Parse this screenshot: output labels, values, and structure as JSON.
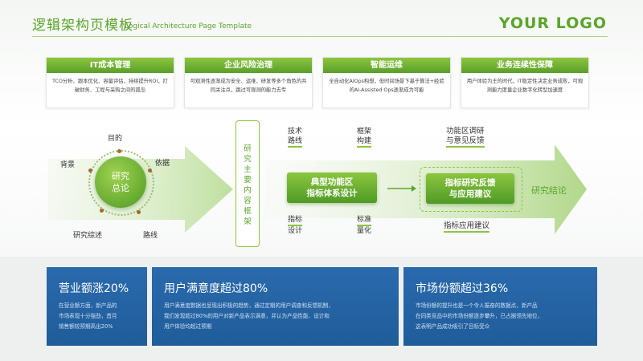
{
  "header": {
    "title_cn": "逻辑架构页模板",
    "title_en": "Logical Architecture Page Template",
    "logo": "YOUR LOGO"
  },
  "cards": [
    {
      "title": "IT成本管理",
      "body": "TCO分析、跟本优化、容量评估，持续提升ROI，打破财务、工程与采购之间的孤岛"
    },
    {
      "title": "企业风险治理",
      "body": "可观测性逐渐成为安全、运维、研发等多个角色的共同关注点，跳过可观测的能力去专"
    },
    {
      "title": "智能运维",
      "body": "全自动化AIOps构想，但时间场景下基于算法+经验的AI-Assisted Ops逐渐成为可能"
    },
    {
      "title": "业务连续性保障",
      "body": "用户体验为王的时代，IT稳定性决定业务成败，可观测能力度量企业数字化转型加速度"
    }
  ],
  "left_diagram": {
    "center": [
      "研究",
      "总论"
    ],
    "labels": {
      "top": "目的",
      "left": "背景",
      "right": "依据",
      "bottom_left": "研究综述",
      "bottom_right": "路线"
    }
  },
  "vertical_box": "研究主要内容框架",
  "middle": {
    "top_left": [
      "技术",
      "路线"
    ],
    "top_mid": [
      "框架",
      "构建"
    ],
    "bottom_left": [
      "指标",
      "设计"
    ],
    "bottom_mid": [
      "标准",
      "量化"
    ],
    "main_box": [
      "典型功能区",
      "指标体系设计"
    ],
    "right_top": [
      "功能区调研",
      "与意见反馈"
    ],
    "right_box": [
      "指标研究反馈",
      "与应用建议"
    ],
    "right_bottom": "指标应用建议",
    "conclusion": "研究结论"
  },
  "stats": [
    {
      "title": "营业额涨20%",
      "body": [
        "在营业额方面，新产品的",
        "市场表现十分强劲，首月",
        "销售额较预期高出20%"
      ]
    },
    {
      "title": "用户满意度超过80%",
      "body": [
        "用户满意度数据也呈现出积极的趋势，通过定期的用户调查和反馈机制，",
        "我们发现超过80%的用户对新产品表示满意，并认为产品性能、设计和",
        "用户体验均超过预期"
      ]
    },
    {
      "title": "市场份额超过36%",
      "body": [
        "市场份额的提升也是一个令人振奋的数据点，新产品",
        "在同类竞品中的市场份额逐步攀升，已占据领先地位，",
        "这表明产品成功吸引了目标受众"
      ]
    }
  ],
  "colors": {
    "green": "#5aa52b",
    "blue": "#1f5c99"
  }
}
